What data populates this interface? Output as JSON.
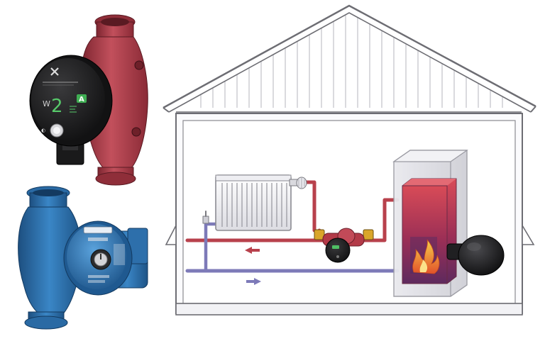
{
  "red_pump": {
    "display_digits": "2",
    "display_unit": "W",
    "mode_badge": "A",
    "colors": {
      "body": "#b3404d",
      "face": "#1c1c1c",
      "screen": "#57c96a"
    }
  },
  "blue_pump": {
    "colors": {
      "body": "#2f74b0",
      "face": "#3d86c4"
    }
  },
  "house": {
    "colors": {
      "outline": "#6d6d73",
      "wall_fill": "#fbfbfd",
      "roof_slats": "#c9c9cf"
    }
  },
  "piping": {
    "colors": {
      "supply_hot": "#b8414c",
      "return_cold": "#7d7ab8"
    },
    "arrows": {
      "supply_direction": "left",
      "return_direction": "right"
    }
  },
  "boiler": {
    "colors": {
      "casing": "#d9d9de",
      "chamber_top": "#d24a55",
      "chamber_bottom": "#7a2c57",
      "flame": "#f0a22a"
    }
  },
  "burner": {
    "colors": {
      "body": "#1b1b1d"
    }
  },
  "icons": [
    "red-circulation-pump-icon",
    "blue-circulation-pump-icon",
    "radiator-icon",
    "boiler-icon",
    "flame-icon",
    "burner-icon",
    "inline-pump-icon"
  ]
}
